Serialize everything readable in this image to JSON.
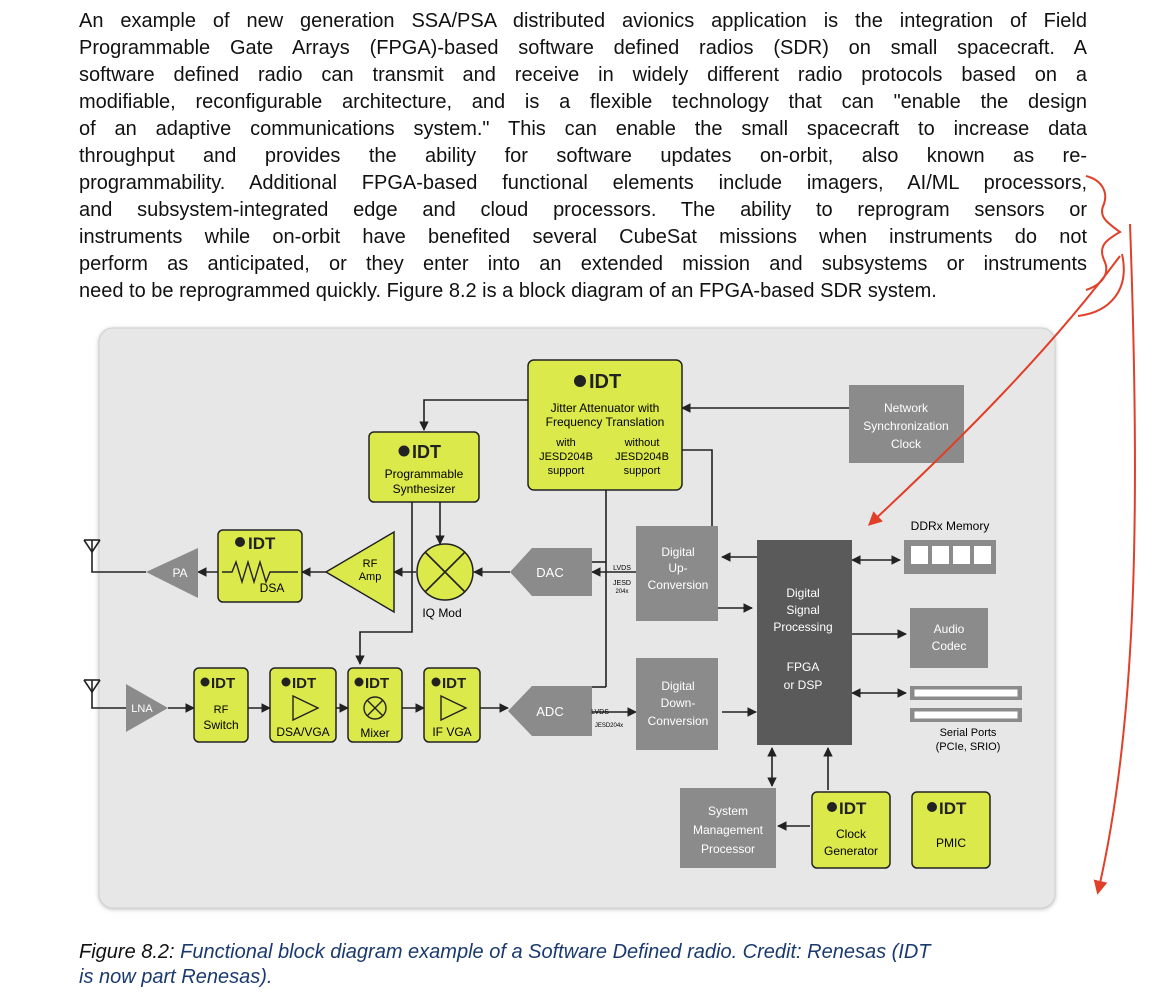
{
  "paragraph": {
    "lines": [
      "An example of new generation SSA/PSA distributed avionics application is the integration of Field",
      "Programmable Gate Arrays (FPGA)-based software defined radios (SDR) on small spacecraft. A",
      "software defined radio can transmit and receive in widely different radio protocols based on a",
      "modifiable, reconfigurable architecture, and is a flexible technology that can \"enable the design",
      "of an adaptive communications system.\" This can enable the small spacecraft to increase data",
      "throughput and provides the ability for software updates on-orbit, also known as re-",
      "programmability. Additional FPGA-based functional elements include imagers, AI/ML processors,",
      "and subsystem-integrated edge and cloud processors. The ability to reprogram sensors or",
      "instruments while on-orbit have benefited several CubeSat missions when instruments do not",
      "perform as anticipated, or they enter into an extended mission and subsystems or instruments",
      "need to be reprogrammed quickly. Figure 8.2 is a block diagram of an FPGA-based SDR system."
    ]
  },
  "diagram": {
    "brand": "IDT",
    "jitter": {
      "title1": "Jitter Attenuator with",
      "title2": "Frequency Translation",
      "with1": "with",
      "with2": "JESD204B",
      "with3": "support",
      "without1": "without",
      "without2": "JESD204B",
      "without3": "support"
    },
    "synth": {
      "l1": "Programmable",
      "l2": "Synthesizer"
    },
    "network": {
      "l1": "Network",
      "l2": "Synchronization",
      "l3": "Clock"
    },
    "pa": "PA",
    "dsa": "DSA",
    "rf_amp": {
      "l1": "RF",
      "l2": "Amp"
    },
    "iq_mod": "IQ Mod",
    "dac": "DAC",
    "adc": "ADC",
    "lvds_top": "LVDS",
    "jesd_top1": "JESD",
    "jesd_top2": "204x",
    "lvds_bot": "LVDS",
    "jesd_bot": "JESD204x",
    "duc": {
      "l1": "Digital",
      "l2": "Up-",
      "l3": "Conversion"
    },
    "ddc": {
      "l1": "Digital",
      "l2": "Down-",
      "l3": "Conversion"
    },
    "dsp": {
      "l1": "Digital",
      "l2": "Signal",
      "l3": "Processing",
      "l4": "FPGA",
      "l5": "or DSP"
    },
    "ddr": "DDRx Memory",
    "audio": {
      "l1": "Audio",
      "l2": "Codec"
    },
    "serial": {
      "l1": "Serial Ports",
      "l2": "(PCIe, SRIO)"
    },
    "lna": "LNA",
    "rf_switch": {
      "l1": "RF",
      "l2": "Switch"
    },
    "dsa_vga": "DSA/VGA",
    "mixer": "Mixer",
    "if_vga": "IF VGA",
    "smp": {
      "l1": "System",
      "l2": "Management",
      "l3": "Processor"
    },
    "clock_gen": {
      "l1": "Clock",
      "l2": "Generator"
    },
    "pmic": "PMIC"
  },
  "caption": {
    "lead": "Figure 8.2:",
    "line1": " Functional block diagram example of a Software Defined radio. Credit: Renesas (IDT",
    "line2": "is now part Renesas)."
  },
  "colors": {
    "diagram_bg": "#e7e7e7",
    "idt_yellow": "#dce94a",
    "block_gray": "#8b8b8b",
    "dsp_dark": "#5a5a5a",
    "annotation_red": "#e0402a",
    "caption_blue": "#1a3a6e"
  }
}
